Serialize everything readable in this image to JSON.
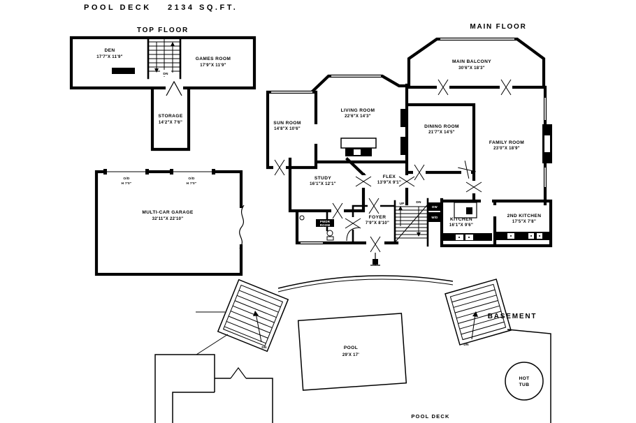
{
  "colors": {
    "ink": "#000000",
    "paper": "#ffffff"
  },
  "header": {
    "left": "POOL DECK",
    "right": "2134 SQ.FT."
  },
  "floors": {
    "top": {
      "title": "TOP FLOOR"
    },
    "main": {
      "title": "MAIN FLOOR"
    },
    "basement": {
      "title": "BASEMENT"
    },
    "pool_deck": {
      "title": "POOL DECK"
    }
  },
  "rooms": {
    "den": {
      "name": "DEN",
      "dims": "17'7\"X 11'9\""
    },
    "games": {
      "name": "GAMES ROOM",
      "dims": "17'9\"X 11'9\""
    },
    "storage": {
      "name": "STORAGE",
      "dims": "14'2\"X 7'6\""
    },
    "garage": {
      "name": "MULTI-CAR GARAGE",
      "dims": "32'11\"X 22'10\""
    },
    "balcony": {
      "name": "MAIN BALCONY",
      "dims": "30'6\"X 18'3\""
    },
    "sun": {
      "name": "SUN ROOM",
      "dims": "14'8\"X 10'6\""
    },
    "living": {
      "name": "LIVING ROOM",
      "dims": "22'6\"X 14'3\""
    },
    "dining": {
      "name": "DINING ROOM",
      "dims": "21'7\"X 14'5\""
    },
    "family": {
      "name": "FAMILY ROOM",
      "dims": "23'0\"X 18'9\""
    },
    "study": {
      "name": "STUDY",
      "dims": "16'1\"X 12'1\""
    },
    "flex": {
      "name": "FLEX",
      "dims": "13'9\"X 9'1\""
    },
    "foyer": {
      "name": "FOYER",
      "dims": "7'9\"X 8'10\""
    },
    "pwdr": {
      "line1": "PWDR",
      "line2": "ROOM"
    },
    "kitchen": {
      "name": "KITCHEN",
      "dims": "16'1\"X 9'6\""
    },
    "kitchen2": {
      "name": "2ND KITCHEN",
      "dims": "17'5\"X 7'8\""
    },
    "pool": {
      "name": "POOL",
      "dims": "29'X 17'"
    },
    "hot_tub": {
      "line1": "HOT",
      "line2": "TUB"
    }
  },
  "annotations": {
    "dn": "DN",
    "up": "UP",
    "dw": "DW",
    "wd": "W/D",
    "od": "O/D",
    "od_height": "H 7'0\""
  }
}
